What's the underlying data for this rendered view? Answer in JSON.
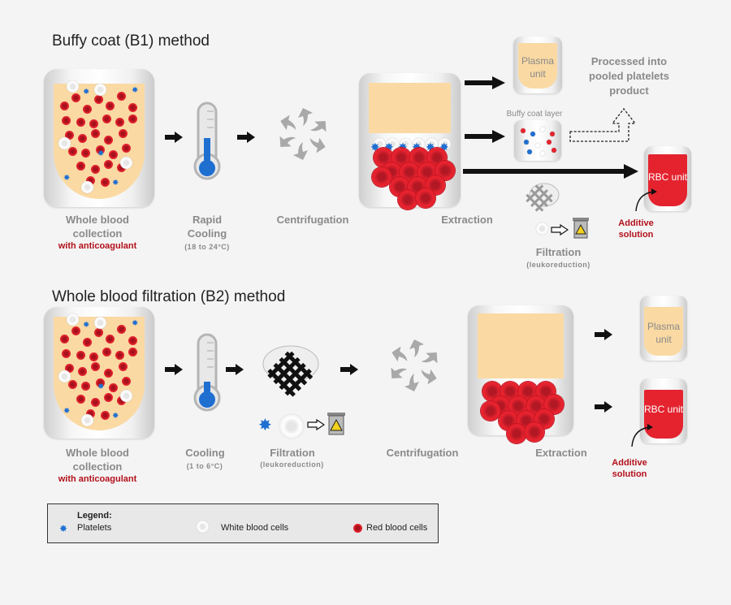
{
  "section1": {
    "title": "Buffy coat (B1) method",
    "steps": {
      "collection": "Whole blood collection",
      "collection_note": "with anticoagulant",
      "cooling": "Rapid Cooling",
      "cooling_note": "(18 to 24°C)",
      "centrifugation": "Centrifugation",
      "extraction": "Extraction",
      "filtration": "Filtration",
      "filtration_note": "(leukoreduction)"
    },
    "plasma_unit": "Plasma unit",
    "buffy_coat_layer": "Buffy coat layer",
    "rbc_unit": "RBC unit",
    "additive": "Additive solution",
    "processed": "Processed into pooled platelets product"
  },
  "section2": {
    "title": "Whole blood filtration (B2) method",
    "steps": {
      "collection": "Whole blood collection",
      "collection_note": "with anticoagulant",
      "cooling": "Cooling",
      "cooling_note": "(1 to 6°C)",
      "filtration": "Filtration",
      "filtration_note": "(leukoreduction)",
      "centrifugation": "Centrifugation",
      "extraction": "Extraction"
    },
    "plasma_unit": "Plasma unit",
    "rbc_unit": "RBC unit",
    "additive": "Additive solution"
  },
  "legend": {
    "title": "Legend:",
    "platelets": "Platelets",
    "wbc": "White blood cells",
    "rbc": "Red blood cells"
  },
  "colors": {
    "plasma": "#fad9a3",
    "rbc": "#e4232f",
    "platelet": "#1f6fd1",
    "red_text": "#b3101b"
  }
}
